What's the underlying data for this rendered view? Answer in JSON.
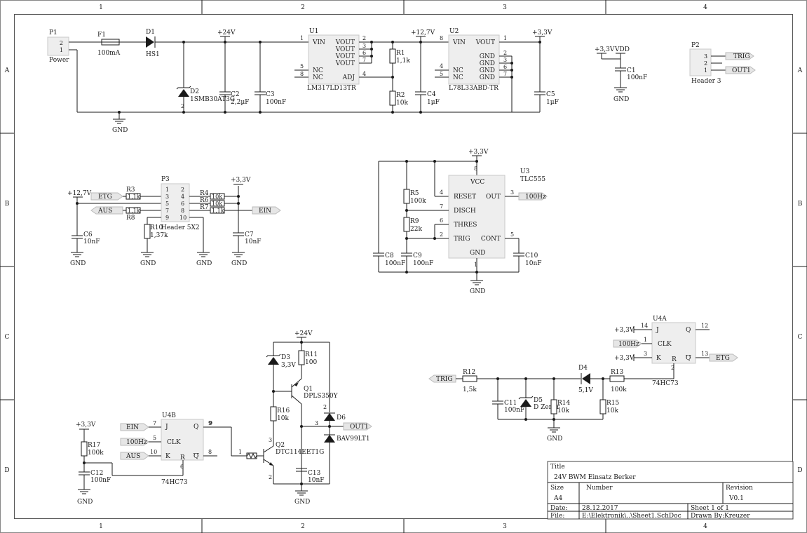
{
  "frame": {
    "columns": [
      "1",
      "2",
      "3",
      "4"
    ],
    "rows": [
      "A",
      "B",
      "C",
      "D"
    ]
  },
  "components": {
    "P1": {
      "ref": "P1",
      "name": "Power",
      "pins": [
        "2",
        "1"
      ]
    },
    "F1": {
      "ref": "F1",
      "value": "100mA"
    },
    "D1": {
      "ref": "D1",
      "value": "HS1"
    },
    "D2": {
      "ref": "D2",
      "value": "1SMB30AT3G",
      "pin": "2"
    },
    "C2": {
      "ref": "C2",
      "value": "2,2µF"
    },
    "C3": {
      "ref": "C3",
      "value": "100nF"
    },
    "U1": {
      "ref": "U1",
      "value": "LM317LD13TR",
      "pins": {
        "vin": "VIN",
        "vout": "VOUT",
        "nc": "NC",
        "adj": "ADJ"
      },
      "pin_numbers": [
        "1",
        "2",
        "3",
        "6",
        "7",
        "5",
        "8",
        "4"
      ]
    },
    "R1": {
      "ref": "R1",
      "value": "1,1k"
    },
    "R2": {
      "ref": "R2",
      "value": "10k"
    },
    "C4": {
      "ref": "C4",
      "value": "1µF"
    },
    "U2": {
      "ref": "U2",
      "value": "L78L33ABD-TR",
      "pins": {
        "vin": "VIN",
        "vout": "VOUT",
        "gnd": "GND",
        "nc": "NC"
      },
      "pin_numbers": [
        "8",
        "1",
        "2",
        "3",
        "6",
        "7",
        "4",
        "5"
      ]
    },
    "C5": {
      "ref": "C5",
      "value": "1µF"
    },
    "C1": {
      "ref": "C1",
      "value": "100nF"
    },
    "P2": {
      "ref": "P2",
      "name": "Header 3",
      "pins": [
        "3",
        "2",
        "1"
      ]
    },
    "P3": {
      "ref": "P3",
      "name": "Header 5X2",
      "pins_left": [
        "1",
        "3",
        "5",
        "7",
        "9"
      ],
      "pins_right": [
        "2",
        "4",
        "6",
        "8",
        "10"
      ]
    },
    "R3": {
      "ref": "R3",
      "value": "1,1k"
    },
    "R8": {
      "ref": "R8",
      "value": "1,1k"
    },
    "R4": {
      "ref": "R4",
      "value": "10k"
    },
    "R6": {
      "ref": "R6",
      "value": "10k"
    },
    "R7": {
      "ref": "R7",
      "value": "1,1k"
    },
    "R10": {
      "ref": "R10",
      "value": "1,37k"
    },
    "C6": {
      "ref": "C6",
      "value": "10nF"
    },
    "C7": {
      "ref": "C7",
      "value": "10nF"
    },
    "U3": {
      "ref": "U3",
      "value": "TLC555",
      "pins": {
        "vcc": "VCC",
        "reset": "RESET",
        "out": "OUT",
        "disch": "DISCH",
        "thres": "THRES",
        "trig": "TRIG",
        "cont": "CONT",
        "gnd": "GND"
      },
      "pin_numbers": [
        "8",
        "4",
        "3",
        "7",
        "6",
        "2",
        "5",
        "1"
      ]
    },
    "R5": {
      "ref": "R5",
      "value": "100k"
    },
    "R9": {
      "ref": "R9",
      "value": "22k"
    },
    "C8": {
      "ref": "C8",
      "value": "100nF"
    },
    "C9": {
      "ref": "C9",
      "value": "100nF"
    },
    "C10": {
      "ref": "C10",
      "value": "10nF"
    },
    "U4A": {
      "ref": "U4A",
      "value": "74HC73",
      "pins": {
        "j": "J",
        "clk": "CLK",
        "k": "K",
        "r": "R",
        "q": "Q",
        "qn": "Q"
      },
      "pin_numbers": [
        "14",
        "1",
        "3",
        "2",
        "12",
        "13"
      ]
    },
    "U4B": {
      "ref": "U4B",
      "value": "74HC73",
      "pins": {
        "j": "J",
        "clk": "CLK",
        "k": "K",
        "r": "R",
        "q": "Q",
        "qn": "Q"
      },
      "pin_numbers": [
        "7",
        "5",
        "10",
        "6",
        "9",
        "8"
      ]
    },
    "R12": {
      "ref": "R12",
      "value": "1,5k"
    },
    "C11": {
      "ref": "C11",
      "value": "100nF"
    },
    "D5": {
      "ref": "D5",
      "value": "D Zener"
    },
    "R14": {
      "ref": "R14",
      "value": "10k"
    },
    "D4": {
      "ref": "D4",
      "value": "5,1V"
    },
    "R13": {
      "ref": "R13",
      "value": "100k"
    },
    "R15": {
      "ref": "R15",
      "value": "10k"
    },
    "D3": {
      "ref": "D3",
      "value": "3,3V"
    },
    "R11": {
      "ref": "R11",
      "value": "100"
    },
    "Q1": {
      "ref": "Q1",
      "value": "DPLS350Y"
    },
    "R16": {
      "ref": "R16",
      "value": "10k"
    },
    "Q2": {
      "ref": "Q2",
      "value": "DTC114EET1G"
    },
    "D6": {
      "ref": "D6",
      "value": "BAV99LT1"
    },
    "C13": {
      "ref": "C13",
      "value": "10nF"
    },
    "R17": {
      "ref": "R17",
      "value": "100k"
    },
    "C12": {
      "ref": "C12",
      "value": "100nF"
    }
  },
  "power": {
    "v24": "+24V",
    "v127": "+12,7V",
    "v33": "+3,3V",
    "vdd": "VDD",
    "gnd": "GND"
  },
  "ports": {
    "trig": "TRIG",
    "out1": "OUT1",
    "etg": "ETG",
    "aus": "AUS",
    "ein": "EIN",
    "f100hz": "100Hz"
  },
  "pin_numbers": {
    "n1": "1",
    "n2": "2",
    "n3": "3",
    "n9": "9",
    "n8": "8"
  },
  "title_block": {
    "title_label": "Title",
    "title": "24V BWM Einsatz Berker",
    "size_label": "Size",
    "size": "A4",
    "number_label": "Number",
    "revision_label": "Revision",
    "revision": "V0.1",
    "date_label": "Date:",
    "date": "28.12.2017",
    "file_label": "File:",
    "file": "E:\\Elektronik\\..\\Sheet1.SchDoc",
    "sheet": "Sheet 1 of 1",
    "drawn_by": "Drawn By:Kreuzer"
  }
}
